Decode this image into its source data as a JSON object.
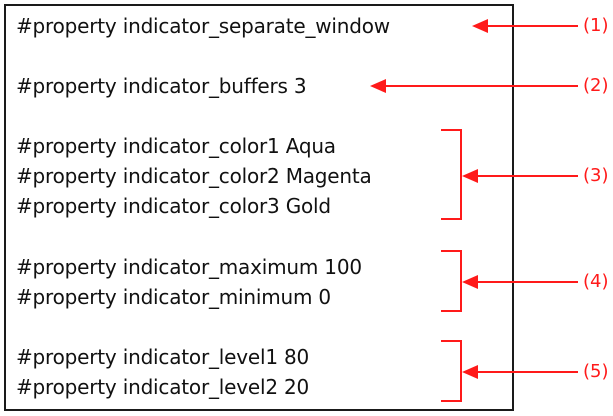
{
  "code_block": {
    "lines": [
      "#property indicator_separate_window",
      "#property indicator_buffers 3",
      "#property indicator_color1 Aqua",
      "#property indicator_color2 Magenta",
      "#property indicator_color3 Gold",
      "#property indicator_maximum 100",
      "#property indicator_minimum 0",
      "#property indicator_level1 80",
      "#property indicator_level2 20"
    ]
  },
  "annotations": {
    "labels": [
      "(1)",
      "(2)",
      "(3)",
      "(4)",
      "(5)"
    ],
    "color": "#ff1a1a"
  }
}
